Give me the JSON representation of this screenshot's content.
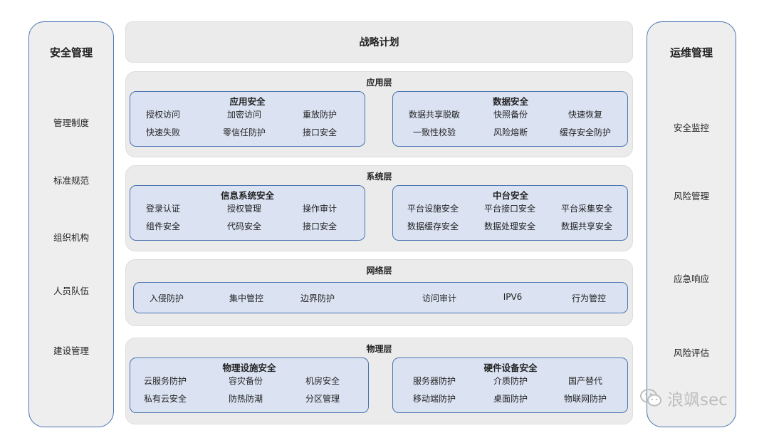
{
  "left": {
    "title": "安全管理",
    "items": [
      "管理制度",
      "标准规范",
      "组织机构",
      "人员队伍",
      "建设管理"
    ]
  },
  "right": {
    "title": "运维管理",
    "items": [
      "安全监控",
      "风险管理",
      "应急响应",
      "风险评估"
    ]
  },
  "strategy": "战略计划",
  "app": {
    "title": "应用层",
    "a_title": "应用安全",
    "a": [
      [
        "授权访问",
        "加密访问",
        "重放防护"
      ],
      [
        "快速失败",
        "零信任防护",
        "接口安全"
      ]
    ],
    "b_title": "数据安全",
    "b": [
      [
        "数据共享脱敏",
        "快照备份",
        "快速恢复"
      ],
      [
        "一致性校验",
        "风险熔断",
        "缓存安全防护"
      ]
    ]
  },
  "sys": {
    "title": "系统层",
    "a_title": "信息系统安全",
    "a": [
      [
        "登录认证",
        "授权管理",
        "操作审计"
      ],
      [
        "组件安全",
        "代码安全",
        "接口安全"
      ]
    ],
    "b_title": "中台安全",
    "b": [
      [
        "平台设施安全",
        "平台接口安全",
        "平台采集安全"
      ],
      [
        "数据缓存安全",
        "数据处理安全",
        "数据共享安全"
      ]
    ]
  },
  "net": {
    "title": "网络层",
    "items": [
      "入侵防护",
      "集中管控",
      "边界防护",
      "访问审计",
      "IPV6",
      "行为管控"
    ]
  },
  "phy": {
    "title": "物理层",
    "a_title": "物理设施安全",
    "a": [
      [
        "云服务防护",
        "容灾备份",
        "机房安全"
      ],
      [
        "私有云安全",
        "防热防潮",
        "分区管理"
      ]
    ],
    "b_title": "硬件设备安全",
    "b": [
      [
        "服务器防护",
        "介质防护",
        "国产替代"
      ],
      [
        "移动端防护",
        "桌面防护",
        "物联网防护"
      ]
    ]
  },
  "watermark": "浪飒sec"
}
